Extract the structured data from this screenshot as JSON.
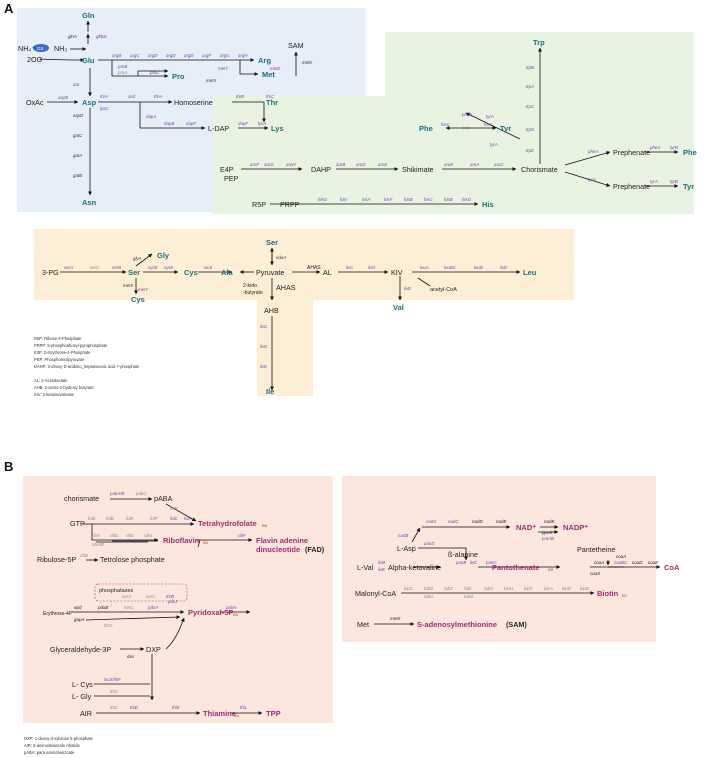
{
  "panels": {
    "a": "A",
    "b": "B"
  },
  "legend_a": [
    "R5P: Ribose-5-Phosphate",
    "PRPP: 5-phosphoribosyl-pyrophosphate",
    "E4P: D-Erythrose-4-Phosphate",
    "PEP: Phosphoenolpyruvate",
    "DAHP: 3-deoxy-D-arabino_heptulosonic acid 7-phosphate",
    "",
    "AL: 2-Acetolactate",
    "AHB: 2-aceto-2-hydroxy butyrate",
    "KIV: 2-ketoisovalerate"
  ],
  "legend_b": [
    "DXP: 1-deoxy-d-xylulose 5-phosphate",
    "AIR: 5-aminoimidazole ribotide",
    "pABA: para-aminobenzoate"
  ],
  "blue": {
    "nh4": "NH₄⁺",
    "gs": "GS",
    "nh3": "NH₃",
    "og2": "2OG",
    "gln": "Gln",
    "glu": "Glu",
    "arg": "Arg",
    "pro": "Pro",
    "sam": "SAM",
    "met": "Met",
    "oxac": "OxAc",
    "asp": "Asp",
    "homoserine": "Homoserine",
    "thr": "Thr",
    "ldap": "L-DAP",
    "lys": "Lys",
    "asn": "Asn",
    "genes": {
      "glnA": "glnA",
      "gltBD": "gltBD",
      "aat": "aat",
      "aspB": "aspB",
      "aspD": "aspD",
      "gatC": "gatC",
      "gatA": "gatA",
      "gatB": "gatB",
      "proB": "proB",
      "proA": "proA",
      "proC": "proC",
      "argB": "argB",
      "argC": "argC",
      "argD": "argD",
      "argF": "argF",
      "argG": "argG",
      "argH": "argH",
      "metX": "metX",
      "metY": "metY",
      "metE": "metE",
      "metK": "metK",
      "thrA": "thrA",
      "thrB": "thrB",
      "thrC": "thrC",
      "lysC": "lysC",
      "asd": "asd",
      "dapA": "dapA",
      "dapB": "dapB",
      "dapF": "dapF",
      "lysA": "lysA"
    }
  },
  "green": {
    "trp": "Trp",
    "phe": "Phe",
    "tyr": "Tyr",
    "e4p": "E4P",
    "pep": "PEP",
    "dahp": "DAHP",
    "shikimate": "Shikimate",
    "chorismate": "Chorismate",
    "prephenate": "Prephenate",
    "r5p": "R5P",
    "prpp": "PRPP",
    "his": "His",
    "genes": {
      "trpB": "trpB",
      "trpA": "trpA",
      "trpC": "trpC",
      "trpD": "trpD",
      "trpE": "trpE",
      "hisC": "hisC",
      "pheA": "pheA",
      "tyrA": "tyrA",
      "aroF": "aroF",
      "aroG": "aroG",
      "aroH": "aroH",
      "aroB": "aroB",
      "aroD": "aroD",
      "aroE": "aroE",
      "aroK": "aroK",
      "aroA": "aroA",
      "aroC": "aroC",
      "tyrB": "tyrB",
      "hisG": "hisG",
      "hisI": "hisI",
      "hisA": "hisA",
      "hisF": "hisF",
      "hisB": "hisB",
      "hisD": "hisD"
    }
  },
  "yellow": {
    "pg3": "3-PG",
    "ser": "Ser",
    "gly": "Gly",
    "cys": "Cys",
    "ala": "Ala",
    "pyruvate": "Pyruvate",
    "ahas": "AHAS",
    "keto": "2-keto",
    "butyrate": "-butyrate",
    "ahas2": "AHAS",
    "al": "AL",
    "kiv": "KIV",
    "leu": "Leu",
    "val": "Val",
    "acoa": "acetyl-CoA",
    "ahb": "AHB",
    "ile": "Ile",
    "genes": {
      "serA": "serA",
      "serC": "serC",
      "serB": "serB",
      "glyA": "glyA",
      "cysE": "cysE",
      "cysK": "cysK",
      "metX": "metX",
      "metY": "metY",
      "iscS": "iscS",
      "sdaA": "sdaA",
      "ilvC": "ilvC",
      "ilvD": "ilvD",
      "ilvE": "ilvE",
      "leuA": "leuA",
      "leuBC": "leuBC",
      "leuB": "leuB"
    }
  },
  "vitA": {
    "chorismate": "chorismate",
    "paba": "pABA",
    "gtp": "GTP",
    "thf": "Tetrahydrofolate",
    "thf_sub": "B9",
    "ru5p": "Ribulose-5P",
    "tetrose": "Tetrolose phosphate",
    "riboflavin": "Riboflavin",
    "ribo_sub": "B2",
    "fad1": "Flavin adenine",
    "fad2": "dinucleotide",
    "fad3": "(FAD)",
    "phosphatases": "phosphatases",
    "e4p": "Erythrose-4P",
    "pyridoxal": "Pyridoxal-5P",
    "pyr_sub": "B6",
    "g3p": "Glyceraldehyde-3P",
    "dxp": "DXP",
    "lcys": "L- Cys",
    "lgly": "L- Gly",
    "air": "AIR",
    "thiamine": "Thiamine",
    "thi_sub": "B1",
    "tpp": "TPP",
    "genes": {
      "pabAB": "pabA/B",
      "pabC": "pabC",
      "folE": "folE",
      "folB": "folB",
      "folK": "folK",
      "folP": "folP",
      "folC": "folC",
      "folA": "folA",
      "ribA": "ribA",
      "ribAB": "ribA/B",
      "ribB": "ribB",
      "ribD": "ribD",
      "ribE": "ribE",
      "ribH": "ribH",
      "ribC": "ribC",
      "ribF": "ribF",
      "serA": "serA",
      "serC": "serC",
      "thrB": "thrB",
      "epd": "epd",
      "pdxB": "pdxB",
      "gapA": "gapA",
      "thrG": "thrG",
      "pdxA": "pdxA",
      "pdxJ": "pdxJ",
      "pdxH": "pdxH",
      "dxs": "dxs",
      "iscS": "iscS/thiF",
      "thiO": "thiO",
      "thiC": "thiC",
      "thiD": "thiD",
      "thiE": "thiE",
      "thiL": "thiL"
    }
  },
  "vitB": {
    "nad": "NAD⁺",
    "nadp": "NADP⁺",
    "lasp": "L-Asp",
    "balanine": "ß-alanine",
    "pantetheine": "Pantetheine",
    "lval": "L-Val",
    "alpha": "Alpha-ketovaline",
    "pantothenate": "Pantothenate",
    "panto_sub": "B5",
    "coa": "CoA",
    "malonyl": "Malonyl-CoA",
    "biotin": "Biotin",
    "bio_sub": "B7",
    "met": "Met",
    "sam": "S-adenosylmethionine",
    "sam2": "(SAM)",
    "genes": {
      "nadB": "nadB",
      "nadA": "nadA",
      "nadC": "nadC",
      "nadD": "nadD",
      "nadE": "nadE",
      "nadK": "nadK",
      "ppnK": "ppnK",
      "pntAB": "pntAB",
      "panD": "panD",
      "ilvE": "ilvE",
      "ilvB": "ilvB",
      "panB": "panB",
      "ilvC": "ilvC",
      "panC": "panC",
      "coaA": "coaA",
      "coaBC": "coaBC",
      "coaD": "coaD",
      "coaE": "coaE",
      "coaX": "coaX",
      "bioC": "bioC",
      "fabG": "fabG",
      "fabZ": "fabZ",
      "fabI": "fabI",
      "fabB": "fabB",
      "bioH": "bioH",
      "bioF": "bioF",
      "bioA": "bioA",
      "bioD": "bioD",
      "bioB": "bioB",
      "metK": "metK"
    }
  }
}
